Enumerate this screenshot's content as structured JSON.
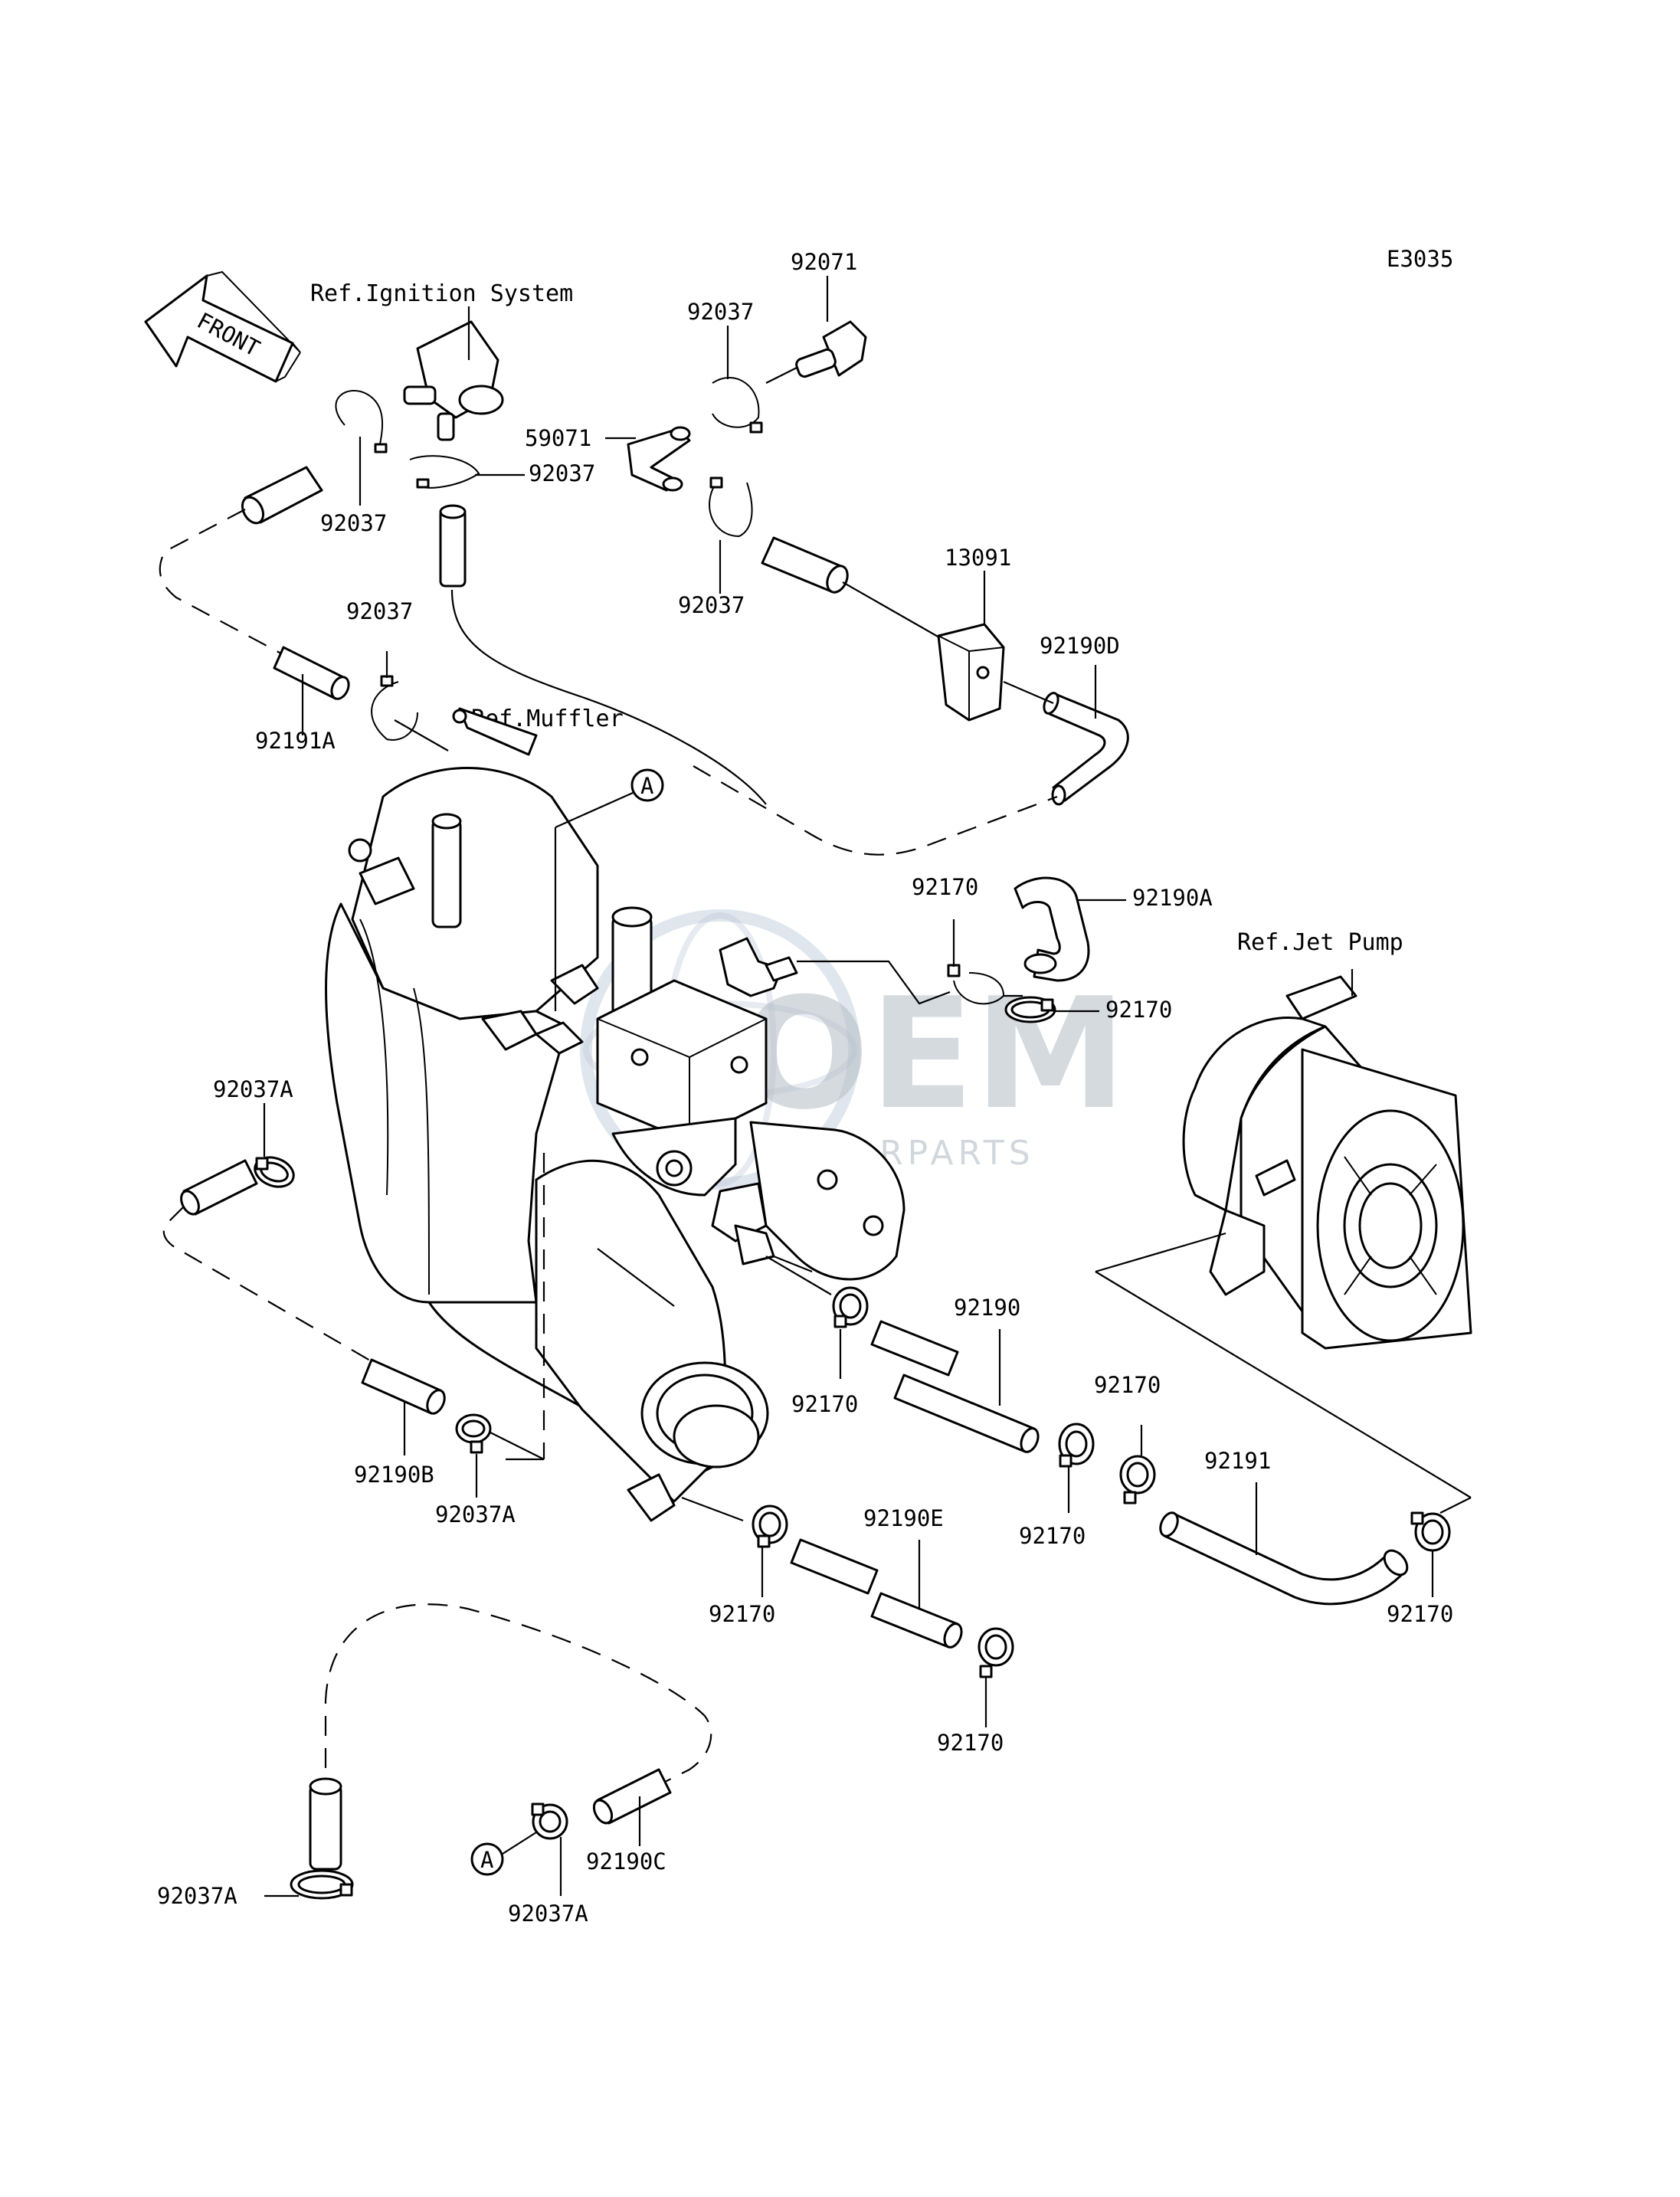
{
  "diagram_code": "E3035",
  "front_arrow_text": "FRONT",
  "watermark": {
    "main": "OEM",
    "sub": "MOTORPARTS"
  },
  "references": {
    "ignition": "Ref.Ignition System",
    "muffler": "Ref.Muffler",
    "jet_pump": "Ref.Jet Pump"
  },
  "marker": "A",
  "parts": {
    "p92071": "92071",
    "p92037_top": "92037",
    "p59071": "59071",
    "p92037_ign_right": "92037",
    "p92037_ign_left": "92037",
    "p92037_fitting": "92037",
    "p13091": "13091",
    "p92190D": "92190D",
    "p92037_mid": "92037",
    "p92191A": "92191A",
    "p92170_a": "92170",
    "p92190A": "92190A",
    "p92170_b": "92170",
    "p92037A_left": "92037A",
    "p92190": "92190",
    "p92170_c": "92170",
    "p92170_d": "92170",
    "p92170_e": "92170",
    "p92191": "92191",
    "p92170_f": "92170",
    "p92190B": "92190B",
    "p92037A_mid": "92037A",
    "p92190E": "92190E",
    "p92170_g": "92170",
    "p92170_h": "92170",
    "p92190C": "92190C",
    "p92037A_bottom_left": "92037A",
    "p92037A_bottom_mid": "92037A"
  }
}
